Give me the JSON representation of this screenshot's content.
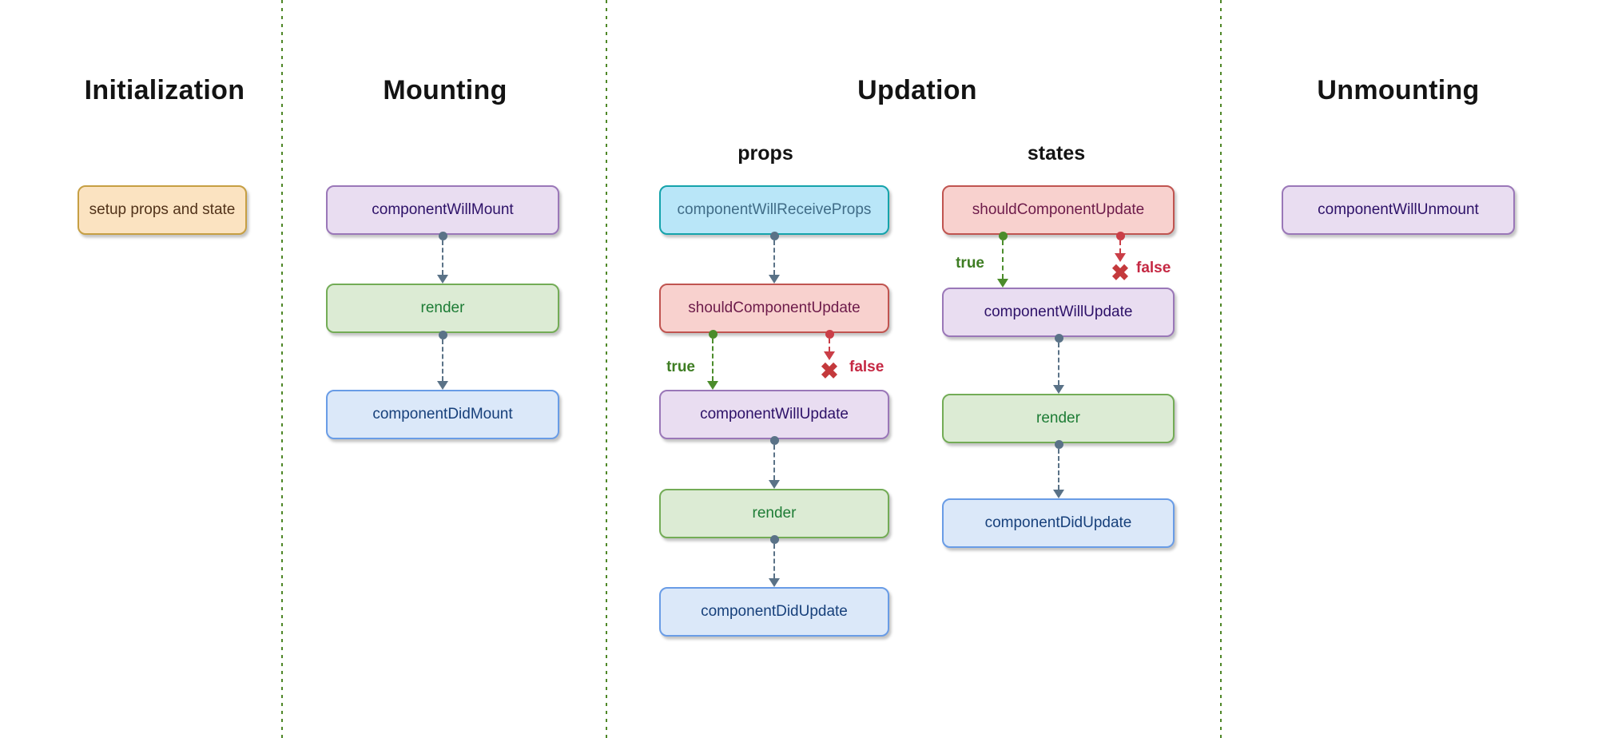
{
  "palette": {
    "orange": {
      "fill": "#fbe3c1",
      "border": "#c69f43",
      "text": "#52331a"
    },
    "purple": {
      "fill": "#e9ddf1",
      "border": "#9a77b8",
      "text": "#2d1168"
    },
    "green": {
      "fill": "#dcebd4",
      "border": "#73ac56",
      "text": "#1d7c35"
    },
    "blue": {
      "fill": "#dbe8f9",
      "border": "#699ce6",
      "text": "#17407b"
    },
    "cyan": {
      "fill": "#b9e6f8",
      "border": "#14a3ab",
      "text": "#406c87"
    },
    "red": {
      "fill": "#f8d1ce",
      "border": "#c05450",
      "text": "#6d1b4a"
    },
    "arrow_slate": "#5a7287",
    "arrow_green": "#4b8c2b",
    "arrow_red": "#ca3e47",
    "label_true": "#3e7d23",
    "label_false": "#c52843",
    "x_mark": "#c4393c",
    "divider": "#4e8727",
    "heading": "#131313"
  },
  "sections": {
    "initialization": {
      "title": "Initialization",
      "nodes": {
        "setup": "setup props and state"
      }
    },
    "mounting": {
      "title": "Mounting",
      "nodes": {
        "component_will_mount": "componentWillMount",
        "render": "render",
        "component_did_mount": "componentDidMount"
      }
    },
    "updation": {
      "title": "Updation",
      "props_label": "props",
      "states_label": "states",
      "branch_true": "true",
      "branch_false": "false",
      "x_glyph": "✖",
      "props_nodes": {
        "component_will_receive_props": "componentWillReceiveProps",
        "should_component_update": "shouldComponentUpdate",
        "component_will_update": "componentWillUpdate",
        "render": "render",
        "component_did_update": "componentDidUpdate"
      },
      "states_nodes": {
        "should_component_update": "shouldComponentUpdate",
        "component_will_update": "componentWillUpdate",
        "render": "render",
        "component_did_update": "componentDidUpdate"
      }
    },
    "unmounting": {
      "title": "Unmounting",
      "nodes": {
        "component_will_unmount": "componentWillUnmount"
      }
    }
  }
}
